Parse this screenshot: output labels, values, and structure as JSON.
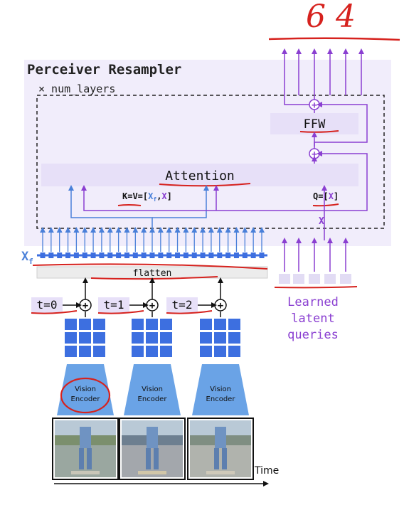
{
  "annotation_top": "6 4",
  "resampler": {
    "title": "Perceiver Resampler",
    "num_layers": "× num_layers",
    "ffw": "FFW",
    "attention": "Attention",
    "kv_prefix": "K=V=[",
    "kv_xf": "X",
    "kv_xf_sub": "f",
    "kv_sep": ",",
    "kv_x": "X",
    "kv_suffix": "]",
    "q_prefix": "Q=[",
    "q_x": "X",
    "q_suffix": "]",
    "x_label": "X",
    "plus": "+"
  },
  "xf_label": "X",
  "xf_sub": "f",
  "flatten": "flatten",
  "latent": {
    "line1": "Learned",
    "line2": "latent",
    "line3": "queries"
  },
  "time_steps": [
    "t=0",
    "t=1",
    "t=2"
  ],
  "encoders": [
    {
      "line1": "Vision",
      "line2": "Encoder"
    },
    {
      "line1": "Vision",
      "line2": "Encoder"
    },
    {
      "line1": "Vision",
      "line2": "Encoder"
    }
  ],
  "time_label": "Time",
  "colors": {
    "purple": "#8a3fd1",
    "blue": "#4a80d9",
    "token": "#3d6fe0",
    "panel": "#f1edfb",
    "box": "#e7e0f8",
    "red": "#d6221e",
    "encoder": "#6aa3e6"
  }
}
